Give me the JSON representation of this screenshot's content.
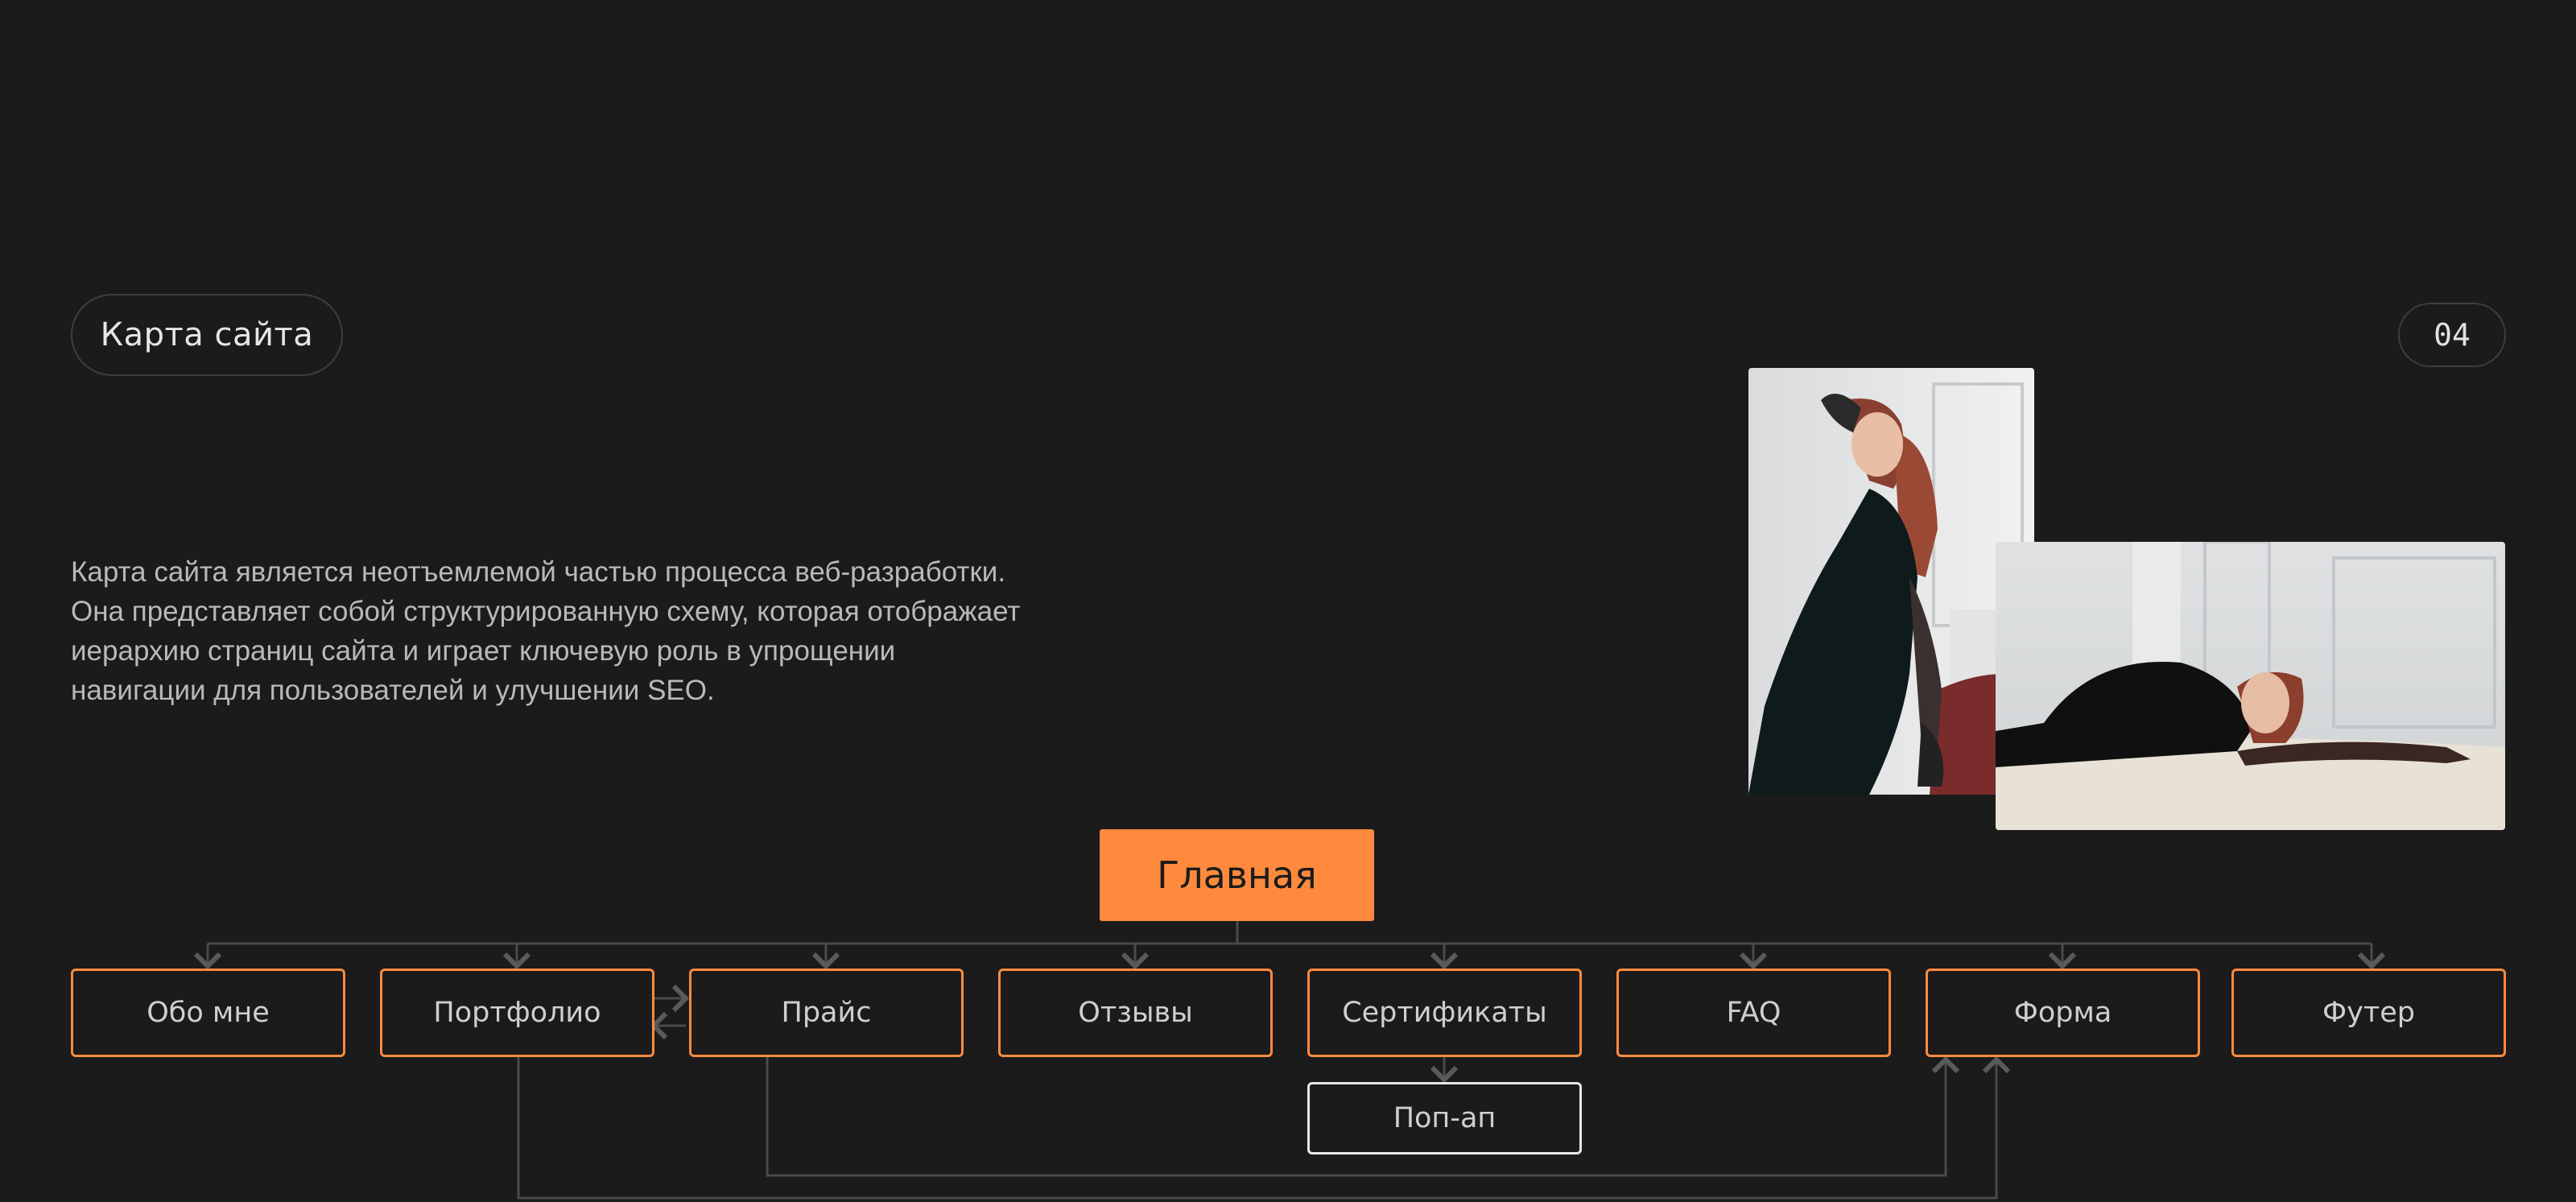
{
  "header": {
    "title": "Карта сайта",
    "page_number": "04"
  },
  "description": "Карта сайта является неотъемлемой частью процесса веб-разработки. Она представляет собой структурированную схему, которая отображает иерархию страниц сайта и играет ключевую роль в упрощении навигации для пользователей и улучшении SEO.",
  "sitemap": {
    "root": "Главная",
    "nodes": [
      "Обо мне",
      "Портфолио",
      "Прайс",
      "Отзывы",
      "Сертификаты",
      "FAQ",
      "Форма",
      "Футер"
    ],
    "sub_node": "Поп-ап"
  },
  "colors": {
    "accent": "#ff8a3d",
    "background": "#1b1b1b",
    "connector": "#4a4a4a"
  }
}
